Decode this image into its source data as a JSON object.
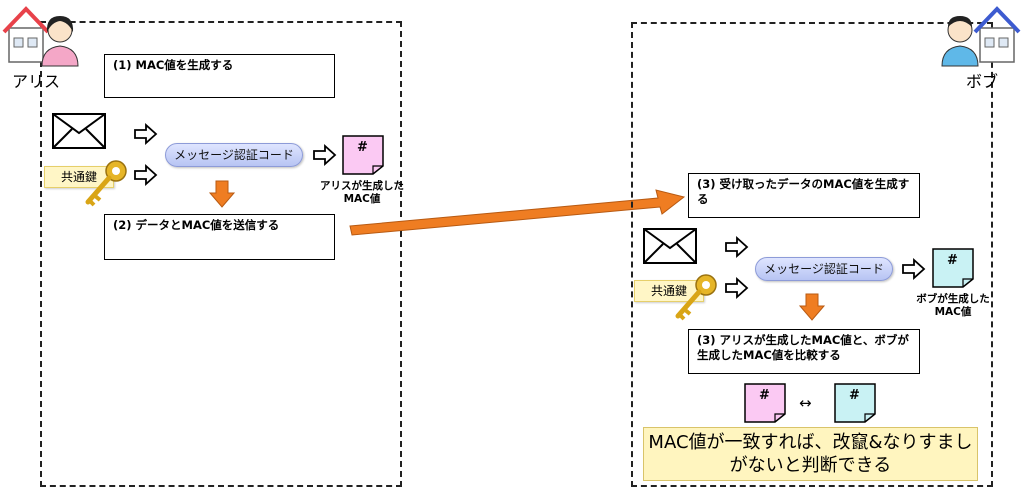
{
  "alice": {
    "name": "アリス",
    "step1": "(1) MAC値を生成する",
    "step2": "(2) データとMAC値を送信する",
    "mac_label": "メッセージ認証コード",
    "key_label": "共通鍵",
    "doc_symbol": "#",
    "doc_caption": "アリスが生成した MAC値"
  },
  "bob": {
    "name": "ボブ",
    "step3a": "(3) 受け取ったデータのMAC値を生成する",
    "step3b": "(3) アリスが生成したMAC値と、ボブが生成したMAC値を比較する",
    "mac_label": "メッセージ認証コード",
    "key_label": "共通鍵",
    "doc_symbol": "#",
    "doc_caption": "ボブが生成した MAC値",
    "compare_symbol": "↔",
    "conclusion": "MAC値が一致すれば、改竄&なりすましがないと判断できる"
  },
  "colors": {
    "alice_doc": "#fbc9f3",
    "bob_doc": "#c9f2f4",
    "arrow_orange": "#ef7d22",
    "house_alice": "#e8424a",
    "house_bob": "#3d5bd0"
  },
  "icons": [
    "house-icon",
    "person-icon",
    "envelope-icon",
    "key-icon",
    "outline-arrow-icon",
    "document-icon",
    "orange-arrow-icon"
  ]
}
